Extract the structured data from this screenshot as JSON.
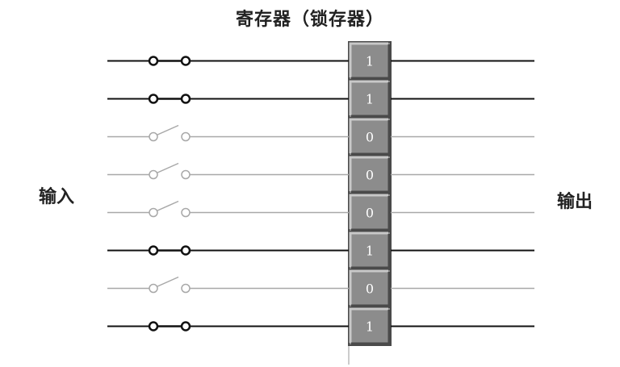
{
  "title": "寄存器（锁存器）",
  "input_label": "输入",
  "output_label": "输出",
  "bits": [
    "1",
    "1",
    "0",
    "0",
    "0",
    "1",
    "0",
    "1"
  ],
  "colors": {
    "closed_line": "#111111",
    "open_line": "#a8a8a8",
    "cell_fill": "#8c8c8c",
    "cell_light": "#c8c8c8",
    "cell_dark": "#4a4a4a"
  }
}
